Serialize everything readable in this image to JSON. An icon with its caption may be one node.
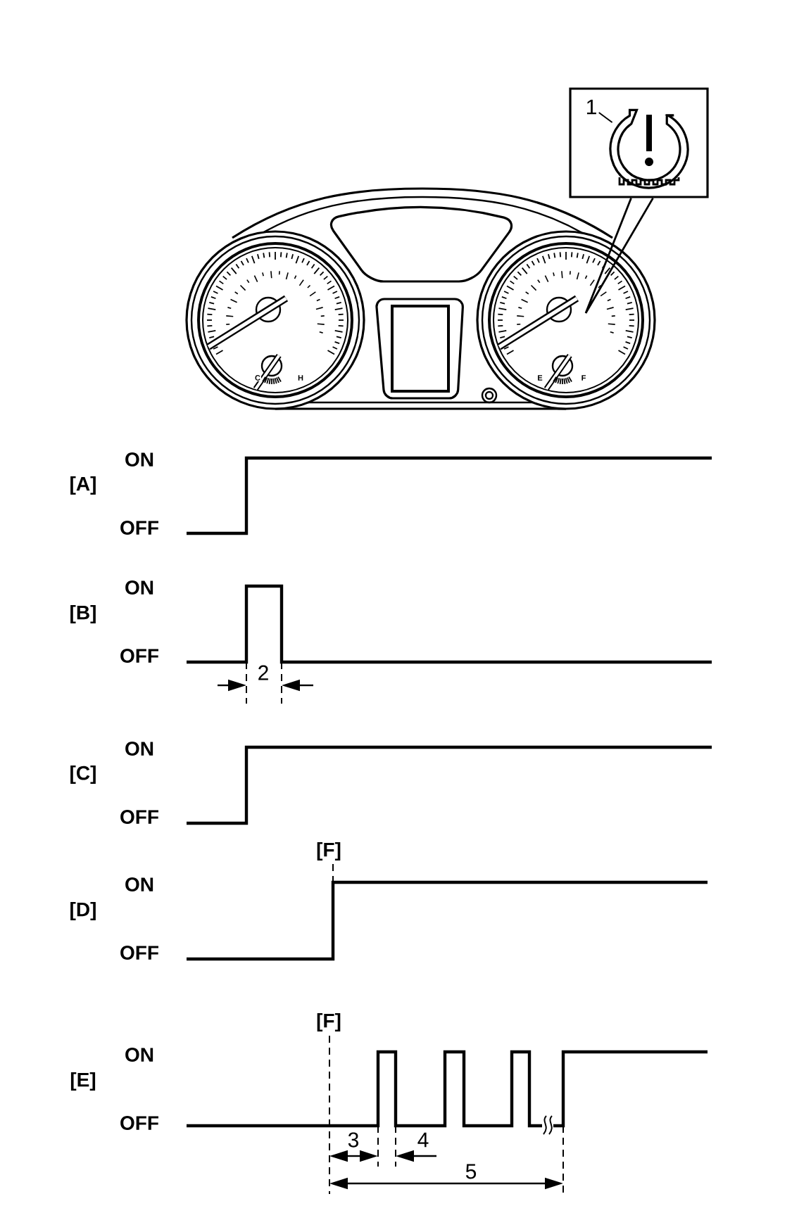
{
  "diagram": {
    "nodes": [
      {
        "text": [],
        "shape": "box"
      },
      {
        "text": [
          "1"
        ],
        "in": 0
      },
      {
        "text": [],
        "shape": "picture",
        "in": 0
      },
      {
        "text": [],
        "shape": "picture"
      }
    ],
    "edges": [
      {
        "from": 1,
        "to": 2,
        "arrow": "none"
      },
      {
        "from": 0,
        "to": 3,
        "arrow": "none"
      }
    ],
    "labels": [
      "C",
      "H",
      "E",
      "F",
      "ON",
      "[A]",
      "OFF",
      "ON",
      "[B]",
      "OFF",
      "2",
      "ON",
      "[C]",
      "OFF",
      "[F]",
      "ON",
      "[D]",
      "OFF",
      "[F]",
      "ON",
      "[E]",
      "OFF",
      "3",
      "4",
      "5"
    ]
  }
}
